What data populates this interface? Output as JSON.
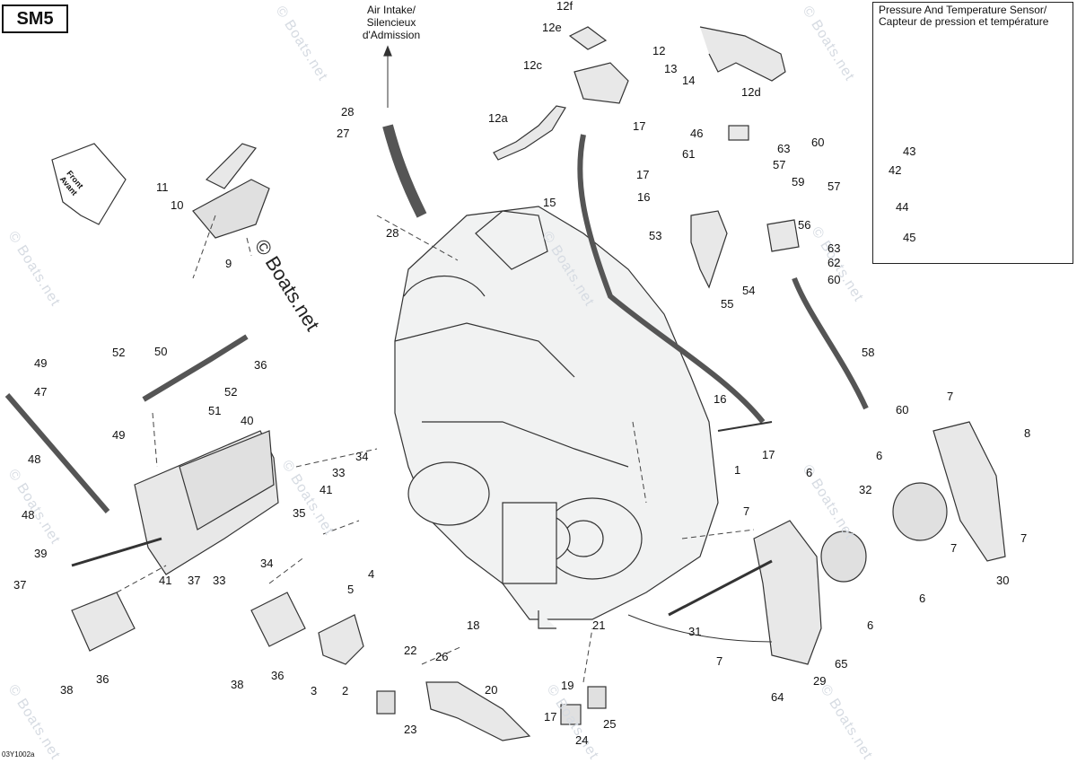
{
  "diagram_code": "SM5",
  "air_intake_label": [
    "Air Intake/",
    "Silencieux",
    "d'Admission"
  ],
  "front_label": [
    "Front",
    "Avant"
  ],
  "copyright": "© Boats.net",
  "watermark": "© Boats.net",
  "inset_title": [
    "Pressure And Temperature Sensor/",
    "Capteur de pression et température"
  ],
  "figure_code": "03Y1002a",
  "callouts": [
    "1",
    "2",
    "3",
    "4",
    "5",
    "6",
    "6",
    "6",
    "6",
    "7",
    "7",
    "7",
    "7",
    "7",
    "8",
    "9",
    "10",
    "11",
    "12",
    "12a",
    "12c",
    "12d",
    "12e",
    "12f",
    "13",
    "14",
    "15",
    "16",
    "16",
    "17",
    "17",
    "17",
    "17",
    "18",
    "19",
    "20",
    "21",
    "22",
    "23",
    "24",
    "25",
    "26",
    "27",
    "28",
    "28",
    "29",
    "30",
    "31",
    "32",
    "33",
    "33",
    "34",
    "34",
    "35",
    "36",
    "36",
    "36",
    "37",
    "37",
    "38",
    "38",
    "39",
    "40",
    "41",
    "41",
    "42",
    "43",
    "44",
    "45",
    "46",
    "47",
    "48",
    "48",
    "49",
    "49",
    "50",
    "51",
    "52",
    "52",
    "53",
    "54",
    "55",
    "56",
    "57",
    "57",
    "58",
    "59",
    "60",
    "60",
    "60",
    "61",
    "62",
    "63",
    "63",
    "64",
    "65"
  ]
}
